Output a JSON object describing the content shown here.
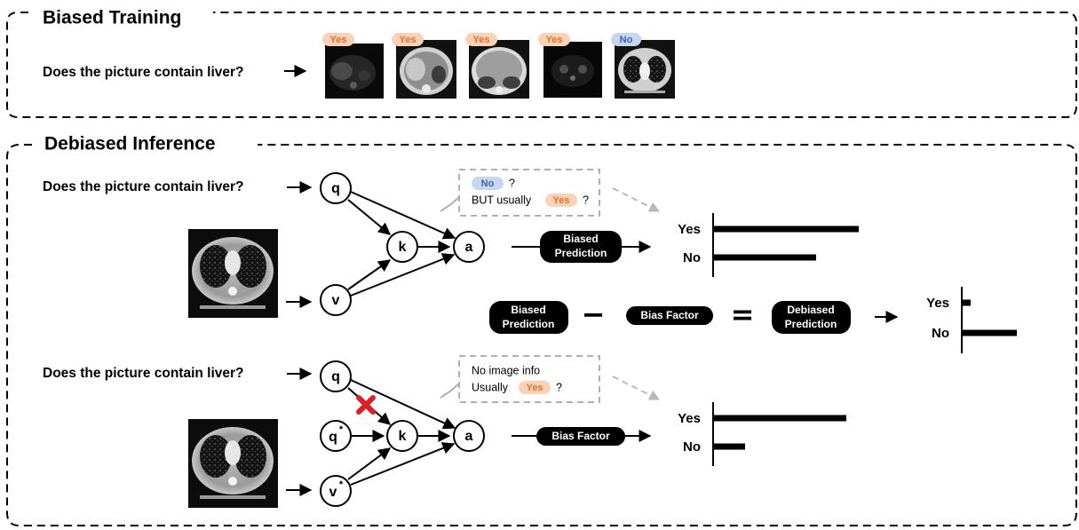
{
  "training": {
    "title": "Biased Training",
    "question": "Does the picture contain liver?",
    "answers": [
      "Yes",
      "Yes",
      "Yes",
      "Yes",
      "No"
    ]
  },
  "inference": {
    "title": "Debiased Inference",
    "question_top": "Does the picture contain liver?",
    "question_bottom": "Does the picture contain liver?",
    "nodes_top": {
      "q": "q",
      "k": "k",
      "v": "v",
      "a": "a"
    },
    "nodes_bottom": {
      "q": "q",
      "q_star": "q",
      "k": "k",
      "v_star": "v",
      "a": "a",
      "star": "*"
    },
    "bubble_top": {
      "tag_no": "No",
      "line1_suffix": "?",
      "line2_prefix": "BUT usually",
      "tag_yes": "Yes",
      "line2_suffix": "?"
    },
    "bubble_bottom": {
      "line1": "No image info",
      "line2_prefix": "Usually",
      "tag_yes": "Yes",
      "line2_suffix": "?"
    },
    "biased_prediction_label": [
      "Biased",
      "Prediction"
    ],
    "bias_factor_label": "Bias Factor",
    "equation": {
      "left": [
        "Biased",
        "Prediction"
      ],
      "minus": "−",
      "middle": "Bias Factor",
      "equals": "=",
      "right": [
        "Debiased",
        "Prediction"
      ]
    }
  },
  "colors": {
    "yes_tag": "#f9d2b8",
    "yes_text": "#e0702a",
    "no_tag": "#c8d6f0",
    "no_text": "#3b63b0",
    "cross": "#e02020",
    "bubble_border": "#b0b0b0"
  },
  "chart_data": [
    {
      "type": "bar",
      "orientation": "horizontal",
      "categories": [
        "Yes",
        "No"
      ],
      "values": [
        0.82,
        0.58
      ]
    },
    {
      "type": "bar",
      "orientation": "horizontal",
      "categories": [
        "Yes",
        "No"
      ],
      "values": [
        0.1,
        0.62
      ]
    },
    {
      "type": "bar",
      "orientation": "horizontal",
      "categories": [
        "Yes",
        "No"
      ],
      "values": [
        0.75,
        0.18
      ]
    }
  ]
}
